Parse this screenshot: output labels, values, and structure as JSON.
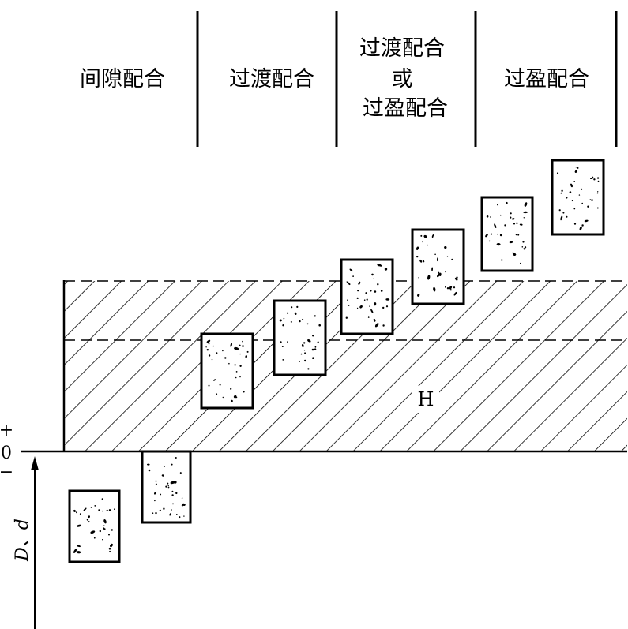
{
  "headers": {
    "clearance": "间隙配合",
    "transition": "过渡配合",
    "mixed_line1": "过渡配合",
    "mixed_line2": "或",
    "mixed_line3": "过盈配合",
    "interference": "过盈配合"
  },
  "axis": {
    "plus": "+",
    "zero": "0",
    "minus": "−",
    "label": "D、d"
  },
  "hole_zone": {
    "label": "H"
  },
  "shaft_zones": [
    {
      "fit": "clearance"
    },
    {
      "fit": "clearance"
    },
    {
      "fit": "transition"
    },
    {
      "fit": "transition"
    },
    {
      "fit": "transition-or-interference"
    },
    {
      "fit": "transition-or-interference"
    },
    {
      "fit": "interference"
    },
    {
      "fit": "interference"
    }
  ]
}
